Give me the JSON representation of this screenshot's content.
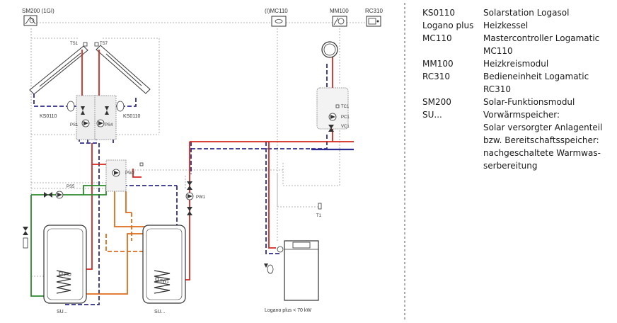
{
  "diagram": {
    "devices": {
      "sm200": "SM200 (1GI)",
      "mc110": "(I)MC110",
      "mm100": "MM100",
      "rc310": "RC310"
    },
    "sensors": {
      "ts1": "TS1",
      "ts7": "TS7",
      "ts2": "TS2",
      "tw1": "TW1",
      "tc1": "TC1",
      "t1": "T1"
    },
    "pumps": {
      "ps1": "PS1",
      "ps4": "PS4",
      "ps5": "PS5",
      "pw1": "PW1",
      "pw2": "PW2",
      "pc1": "PC1",
      "vc1": "VC1"
    },
    "stations": {
      "left": "KS0110",
      "right": "KS0110"
    },
    "tanks": {
      "left": "SU...",
      "right": "SU..."
    },
    "boiler": "Logano plus < 70 kW",
    "colors": {
      "hot": "#d7261e",
      "cold": "#2e2d8f",
      "green": "#2b8a2b",
      "orange": "#e06b1c",
      "control": "#999999"
    }
  },
  "legend": [
    {
      "term": "KS0110",
      "description": [
        "Solarstation Logasol"
      ]
    },
    {
      "term": "Logano plus",
      "description": [
        "Heizkessel"
      ]
    },
    {
      "term": "MC110",
      "description": [
        "Mastercontroller Logamatic",
        "MC110"
      ]
    },
    {
      "term": "MM100",
      "description": [
        "Heizkreismodul"
      ]
    },
    {
      "term": "RC310",
      "description": [
        "Bedieneinheit Logamatic",
        "RC310"
      ]
    },
    {
      "term": "SM200",
      "description": [
        "Solar-Funktionsmodul"
      ]
    },
    {
      "term": "SU...",
      "description": [
        "Vorwärmspeicher:",
        "Solar versorgter Anlagenteil",
        "bzw. Bereitschaftsspeicher:",
        "nachgeschaltete Warmwas-",
        "serbereitung"
      ]
    }
  ]
}
